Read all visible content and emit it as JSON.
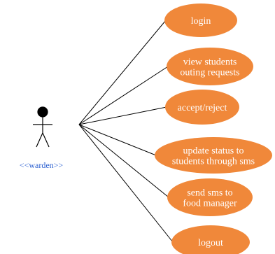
{
  "diagram": {
    "actor": {
      "label": "<<warden>>"
    },
    "colors": {
      "usecase_fill": "#f0883a",
      "usecase_text": "#ffffff",
      "line": "#000000",
      "actor_label": "#2a5fd0"
    },
    "use_cases": [
      {
        "id": "login",
        "lines": [
          "login"
        ]
      },
      {
        "id": "view-requests",
        "lines": [
          "view students",
          "outing requests"
        ]
      },
      {
        "id": "accept-reject",
        "lines": [
          "accept/reject"
        ]
      },
      {
        "id": "update-status",
        "lines": [
          "update status to",
          "students through sms"
        ]
      },
      {
        "id": "send-sms",
        "lines": [
          "send sms to",
          "food manager"
        ]
      },
      {
        "id": "logout",
        "lines": [
          "logout"
        ]
      }
    ]
  }
}
